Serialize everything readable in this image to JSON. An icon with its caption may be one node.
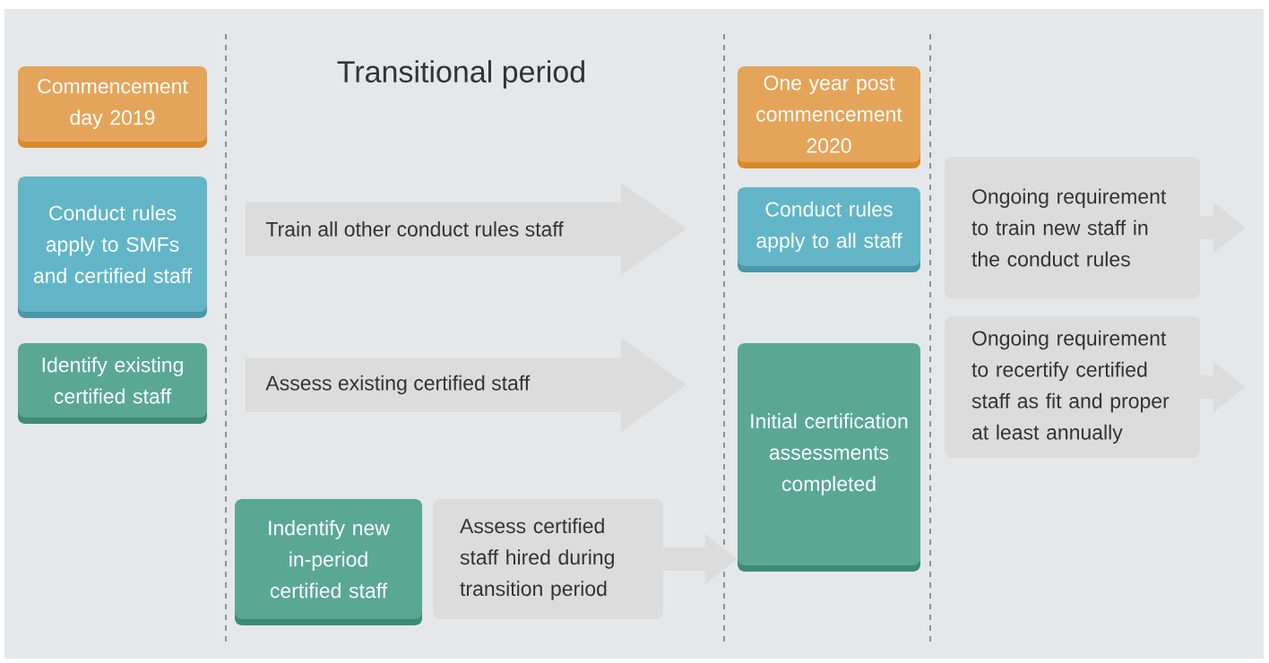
{
  "diagram": {
    "title": "Transitional period",
    "nodes": [
      {
        "text": [
          "Commencement day 2019"
        ]
      },
      {
        "text": [
          "One year post commencement 2020"
        ]
      },
      {
        "text": [
          "Conduct rules apply to SMFs and certified staff"
        ]
      },
      {
        "text": [
          "Train all other conduct rules staff"
        ]
      },
      {
        "text": [
          "Conduct rules apply to all staff"
        ]
      },
      {
        "text": [
          "Ongoing requirement to train new staff in the conduct rules"
        ]
      },
      {
        "text": [
          "Identify existing certified staff"
        ]
      },
      {
        "text": [
          "Assess existing certified staff"
        ]
      },
      {
        "text": [
          "Initial certification assessments completed"
        ]
      },
      {
        "text": [
          "Ongoing requirement to recertify certified staff as fit and proper at least annually"
        ]
      },
      {
        "text": [
          "Indentify new in-period certified staff"
        ]
      },
      {
        "text": [
          "Assess certified staff hired during transition period"
        ]
      }
    ],
    "edges": [
      {
        "from": 11,
        "to": 8,
        "arrow": "to"
      },
      {
        "from": 5,
        "to": null,
        "arrow": "to"
      },
      {
        "from": 9,
        "to": null,
        "arrow": "to"
      }
    ]
  }
}
